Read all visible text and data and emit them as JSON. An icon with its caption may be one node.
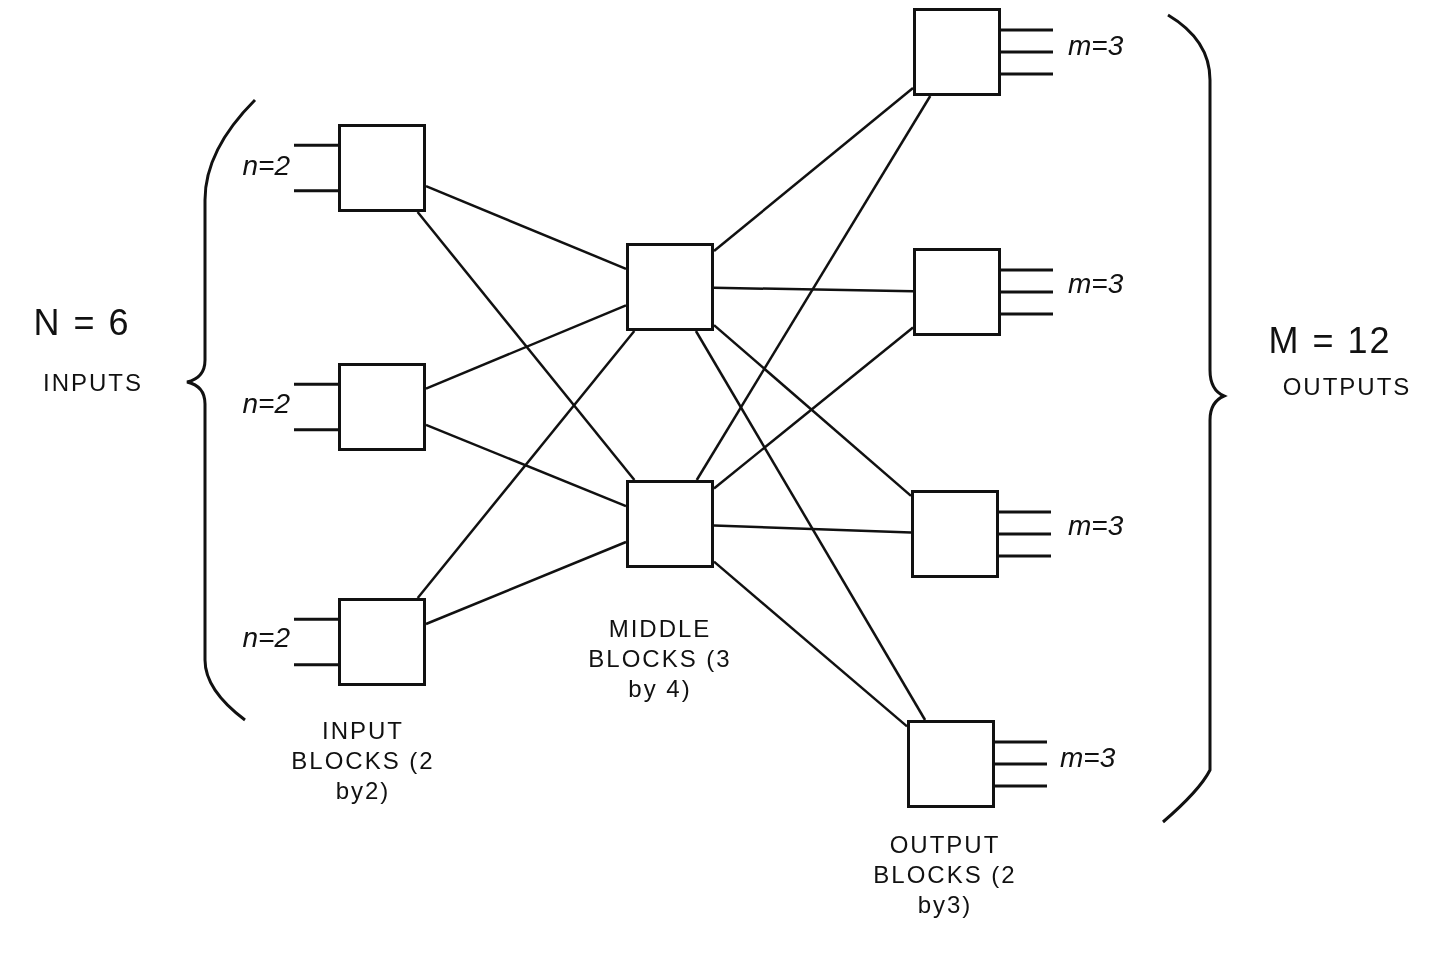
{
  "diagram": {
    "nodes": [
      {
        "text": [],
        "shape": "box",
        "beside": [
          "n=2"
        ]
      },
      {
        "text": [],
        "shape": "box",
        "beside": [
          "n=2"
        ]
      },
      {
        "text": [],
        "shape": "box",
        "beside": [
          "n=2"
        ]
      },
      {
        "text": [],
        "shape": "box"
      },
      {
        "text": [],
        "shape": "box"
      },
      {
        "text": [],
        "shape": "box",
        "beside": [
          "m=3"
        ]
      },
      {
        "text": [],
        "shape": "box",
        "beside": [
          "m=3"
        ]
      },
      {
        "text": [],
        "shape": "box",
        "beside": [
          "m=3"
        ]
      },
      {
        "text": [],
        "shape": "box",
        "beside": [
          "m=3"
        ]
      }
    ],
    "edges": [
      {
        "from": 0,
        "to": 3,
        "arrow": "none"
      },
      {
        "from": 0,
        "to": 4,
        "arrow": "none"
      },
      {
        "from": 1,
        "to": 3,
        "arrow": "none"
      },
      {
        "from": 1,
        "to": 4,
        "arrow": "none"
      },
      {
        "from": 2,
        "to": 3,
        "arrow": "none"
      },
      {
        "from": 2,
        "to": 4,
        "arrow": "none"
      },
      {
        "from": 3,
        "to": 5,
        "arrow": "none"
      },
      {
        "from": 3,
        "to": 6,
        "arrow": "none"
      },
      {
        "from": 3,
        "to": 7,
        "arrow": "none"
      },
      {
        "from": 3,
        "to": 8,
        "arrow": "none"
      },
      {
        "from": 4,
        "to": 5,
        "arrow": "none"
      },
      {
        "from": 4,
        "to": 6,
        "arrow": "none"
      },
      {
        "from": 4,
        "to": 7,
        "arrow": "none"
      },
      {
        "from": 4,
        "to": 8,
        "arrow": "none"
      }
    ],
    "labels": [
      "N = 6",
      "INPUTS",
      "M = 12",
      "OUTPUTS",
      "INPUT BLOCKS (2 by2)",
      "MIDDLE BLOCKS (3 by 4)",
      "OUTPUT BLOCKS (2 by3)"
    ]
  }
}
